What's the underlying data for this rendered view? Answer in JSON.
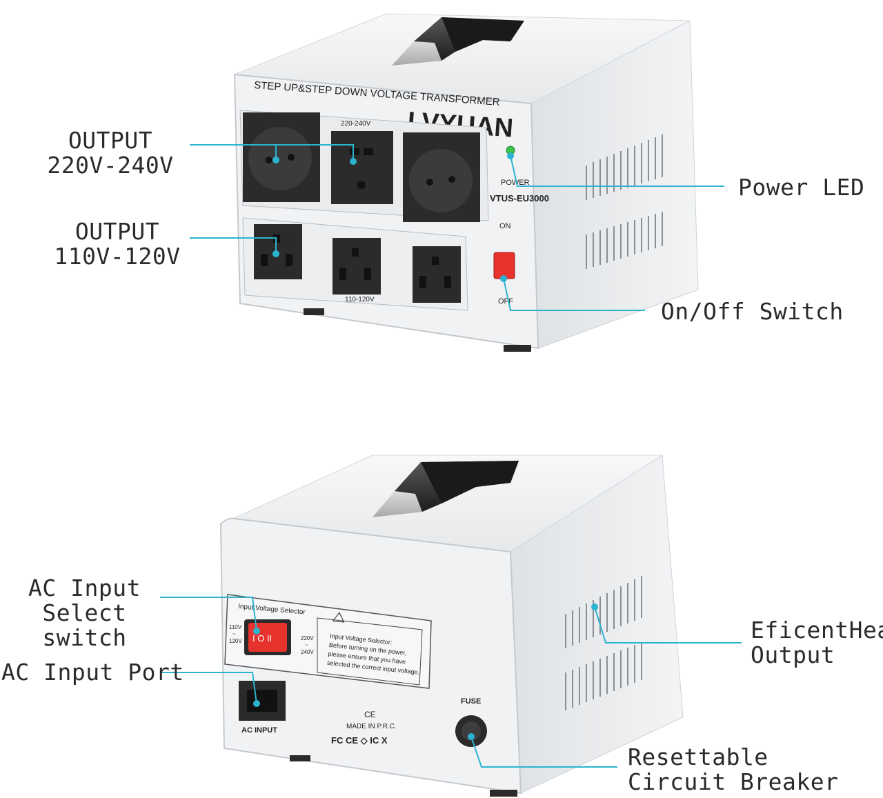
{
  "front_unit": {
    "panel_title": "STEP UP&STEP DOWN VOLTAGE TRANSFORMER",
    "brand": "LVYUAN",
    "group_220_label": "220-240V",
    "group_110_label": "110-120V",
    "model": "VTUS-EU3000",
    "power_label": "POWER",
    "on_label": "ON",
    "off_label": "OFF"
  },
  "rear_unit": {
    "selector_title": "Input Voltage Selector",
    "selector_left_top": "110V",
    "selector_left_tilde": "~",
    "selector_left_bottom": "120V",
    "selector_right_top": "220V",
    "selector_right_tilde": "~",
    "selector_right_bottom": "240V",
    "warning_lines": [
      "Input Voltage Selector:",
      "Before turning on the power,",
      "please ensure that you have",
      "selected the correct input voltage."
    ],
    "ac_input_label": "AC INPUT",
    "fuse_label": "FUSE",
    "ce_mark": "CE",
    "made_in": "MADE IN P.R.C.",
    "cert_marks": "FC CE  ◇  IC  X"
  },
  "callouts": {
    "output_220": [
      "OUTPUT",
      "220V-240V"
    ],
    "output_110": [
      "OUTPUT",
      "110V-120V"
    ],
    "power_led": "Power LED",
    "on_off_switch": "On/Off Switch",
    "ac_input_select": [
      "AC Input",
      "Select switch"
    ],
    "ac_input_port": "AC Input Port",
    "heat_output": [
      "EficentHeat",
      "Output"
    ],
    "breaker": [
      "Resettable",
      "Circuit Breaker"
    ]
  },
  "colors": {
    "leader_line": "#2bb3cf",
    "casing": "#eef0f2",
    "casing_shadow": "#c9cdd1",
    "socket": "#2a2a2a",
    "switch_red": "#e8322d",
    "led_green": "#3cc44a"
  }
}
